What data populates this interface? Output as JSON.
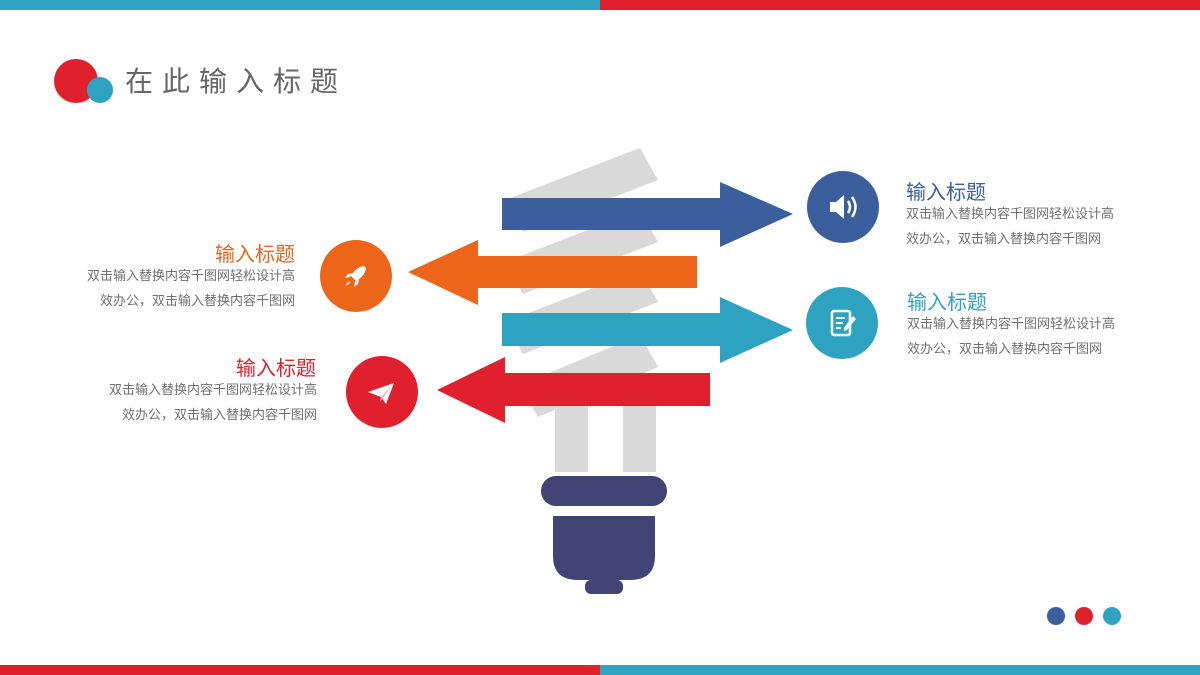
{
  "colors": {
    "blue": "#3a5f9c",
    "orange": "#ec6519",
    "teal": "#2ea3c1",
    "red": "#e0202d",
    "bulb_base": "#434476",
    "bulb_coil": "#d9d9d9",
    "text_gray": "#707070"
  },
  "header": {
    "title": "在此输入标题"
  },
  "items": [
    {
      "title": "输入标题",
      "desc_line1": "双击输入替换内容千图网轻松设计高",
      "desc_line2": "效办公，双击输入替换内容千图网",
      "color": "#3a5f9c",
      "icon": "speaker-icon"
    },
    {
      "title": "输入标题",
      "desc_line1": "双击输入替换内容千图网轻松设计高",
      "desc_line2": "效办公，双击输入替换内容千图网",
      "color": "#ec6519",
      "icon": "rocket-icon"
    },
    {
      "title": "输入标题",
      "desc_line1": "双击输入替换内容千图网轻松设计高",
      "desc_line2": "效办公，双击输入替换内容千图网",
      "color": "#2ea3c1",
      "icon": "note-edit-icon"
    },
    {
      "title": "输入标题",
      "desc_line1": "双击输入替换内容千图网轻松设计高",
      "desc_line2": "效办公，双击输入替换内容千图网",
      "color": "#e0202d",
      "icon": "paper-plane-icon"
    }
  ],
  "pagination_dots": [
    "#3a5f9c",
    "#e0202d",
    "#2ea3c1"
  ]
}
